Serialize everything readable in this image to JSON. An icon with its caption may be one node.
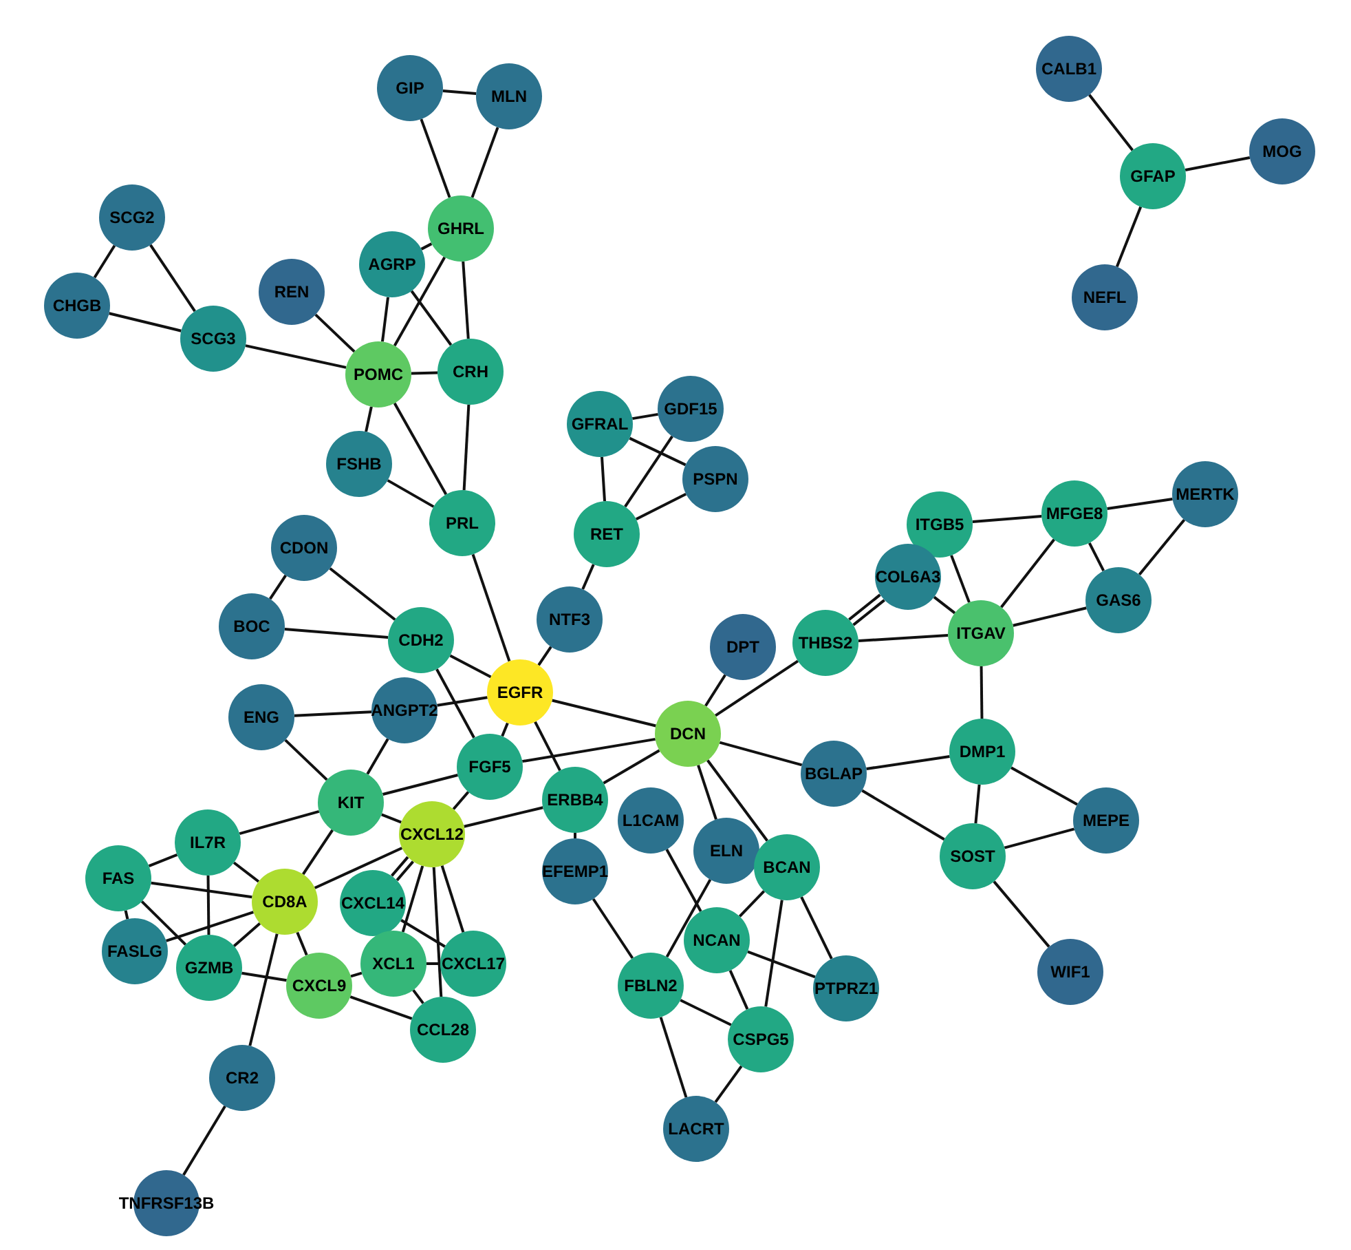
{
  "diagram": {
    "nodes": [
      {
        "text": [
          "GIP"
        ]
      },
      {
        "text": [
          "MLN"
        ]
      },
      {
        "text": [
          "CALB1"
        ]
      },
      {
        "text": [
          "SCG2"
        ]
      },
      {
        "text": [
          "GHRL"
        ]
      },
      {
        "text": [
          "GFAP"
        ]
      },
      {
        "text": [
          "MOG"
        ]
      },
      {
        "text": [
          "CHGB"
        ]
      },
      {
        "text": [
          "AGRP"
        ]
      },
      {
        "text": [
          "REN"
        ]
      },
      {
        "text": [
          "SCG3"
        ]
      },
      {
        "text": [
          "POMC"
        ]
      },
      {
        "text": [
          "CRH"
        ]
      },
      {
        "text": [
          "NEFL"
        ]
      },
      {
        "text": [
          "FSHB"
        ]
      },
      {
        "text": [
          "GFRAL"
        ]
      },
      {
        "text": [
          "GDF15"
        ]
      },
      {
        "text": [
          "PSPN"
        ]
      },
      {
        "text": [
          "MERTK"
        ]
      },
      {
        "text": [
          "PRL"
        ]
      },
      {
        "text": [
          "MFGE8"
        ]
      },
      {
        "text": [
          "ITGB5"
        ]
      },
      {
        "text": [
          "RET"
        ]
      },
      {
        "text": [
          "CDON"
        ]
      },
      {
        "text": [
          "COL6A3"
        ]
      },
      {
        "text": [
          "GAS6"
        ]
      },
      {
        "text": [
          "BOC"
        ]
      },
      {
        "text": [
          "CDH2"
        ]
      },
      {
        "text": [
          "NTF3"
        ]
      },
      {
        "text": [
          "DPT"
        ]
      },
      {
        "text": [
          "THBS2"
        ]
      },
      {
        "text": [
          "ITGAV"
        ]
      },
      {
        "text": [
          "EGFR"
        ]
      },
      {
        "text": [
          "ENG"
        ]
      },
      {
        "text": [
          "ANGPT2"
        ]
      },
      {
        "text": [
          "DCN"
        ]
      },
      {
        "text": [
          "FGF5"
        ]
      },
      {
        "text": [
          "ERBB4"
        ]
      },
      {
        "text": [
          "L1CAM"
        ]
      },
      {
        "text": [
          "BGLAP"
        ]
      },
      {
        "text": [
          "DMP1"
        ]
      },
      {
        "text": [
          "KIT"
        ]
      },
      {
        "text": [
          "CXCL12"
        ]
      },
      {
        "text": [
          "EFEMP1"
        ]
      },
      {
        "text": [
          "IL7R"
        ]
      },
      {
        "text": [
          "FAS"
        ]
      },
      {
        "text": [
          "ELN"
        ]
      },
      {
        "text": [
          "BCAN"
        ]
      },
      {
        "text": [
          "MEPE"
        ]
      },
      {
        "text": [
          "SOST"
        ]
      },
      {
        "text": [
          "CD8A"
        ]
      },
      {
        "text": [
          "CXCL14"
        ]
      },
      {
        "text": [
          "NCAN"
        ]
      },
      {
        "text": [
          "FASLG"
        ]
      },
      {
        "text": [
          "GZMB"
        ]
      },
      {
        "text": [
          "CXCL9"
        ]
      },
      {
        "text": [
          "XCL1"
        ]
      },
      {
        "text": [
          "CXCL17"
        ]
      },
      {
        "text": [
          "CCL28"
        ]
      },
      {
        "text": [
          "FBLN2"
        ]
      },
      {
        "text": [
          "PTPRZ1"
        ]
      },
      {
        "text": [
          "CSPG5"
        ]
      },
      {
        "text": [
          "WIF1"
        ]
      },
      {
        "text": [
          "CR2"
        ]
      },
      {
        "text": [
          "LACRT"
        ]
      },
      {
        "text": [
          "TNFRSF13B"
        ]
      }
    ],
    "edges": [
      {
        "from": 0,
        "to": 1,
        "arrow": "none"
      },
      {
        "from": 0,
        "to": 4,
        "arrow": "none"
      },
      {
        "from": 1,
        "to": 4,
        "arrow": "none"
      },
      {
        "from": 2,
        "to": 5,
        "arrow": "none"
      },
      {
        "from": 5,
        "to": 6,
        "arrow": "none"
      },
      {
        "from": 5,
        "to": 13,
        "arrow": "none"
      },
      {
        "from": 3,
        "to": 7,
        "arrow": "none"
      },
      {
        "from": 3,
        "to": 10,
        "arrow": "none"
      },
      {
        "from": 7,
        "to": 10,
        "arrow": "none"
      },
      {
        "from": 10,
        "to": 11,
        "arrow": "none"
      },
      {
        "from": 9,
        "to": 11,
        "arrow": "none"
      },
      {
        "from": 8,
        "to": 4,
        "arrow": "none"
      },
      {
        "from": 8,
        "to": 11,
        "arrow": "none"
      },
      {
        "from": 8,
        "to": 12,
        "arrow": "none"
      },
      {
        "from": 4,
        "to": 11,
        "arrow": "none"
      },
      {
        "from": 4,
        "to": 12,
        "arrow": "none"
      },
      {
        "from": 11,
        "to": 12,
        "arrow": "none"
      },
      {
        "from": 11,
        "to": 14,
        "arrow": "none"
      },
      {
        "from": 11,
        "to": 19,
        "arrow": "none"
      },
      {
        "from": 12,
        "to": 19,
        "arrow": "none"
      },
      {
        "from": 14,
        "to": 19,
        "arrow": "none"
      },
      {
        "from": 19,
        "to": 32,
        "arrow": "none"
      },
      {
        "from": 15,
        "to": 16,
        "arrow": "none"
      },
      {
        "from": 15,
        "to": 17,
        "arrow": "none"
      },
      {
        "from": 15,
        "to": 22,
        "arrow": "none"
      },
      {
        "from": 16,
        "to": 22,
        "arrow": "none"
      },
      {
        "from": 17,
        "to": 22,
        "arrow": "none"
      },
      {
        "from": 22,
        "to": 28,
        "arrow": "none"
      },
      {
        "from": 28,
        "to": 32,
        "arrow": "none"
      },
      {
        "from": 18,
        "to": 20,
        "arrow": "none"
      },
      {
        "from": 18,
        "to": 25,
        "arrow": "none"
      },
      {
        "from": 20,
        "to": 21,
        "arrow": "none"
      },
      {
        "from": 20,
        "to": 25,
        "arrow": "none"
      },
      {
        "from": 20,
        "to": 31,
        "arrow": "none"
      },
      {
        "from": 21,
        "to": 31,
        "arrow": "none"
      },
      {
        "from": 30,
        "to": 24,
        "arrow": "none"
      },
      {
        "from": 30,
        "to": 24,
        "arrow": "none"
      },
      {
        "from": 24,
        "to": 31,
        "arrow": "none"
      },
      {
        "from": 30,
        "to": 31,
        "arrow": "none"
      },
      {
        "from": 25,
        "to": 31,
        "arrow": "none"
      },
      {
        "from": 31,
        "to": 40,
        "arrow": "none"
      },
      {
        "from": 30,
        "to": 35,
        "arrow": "none"
      },
      {
        "from": 29,
        "to": 35,
        "arrow": "none"
      },
      {
        "from": 32,
        "to": 35,
        "arrow": "none"
      },
      {
        "from": 36,
        "to": 35,
        "arrow": "none"
      },
      {
        "from": 37,
        "to": 35,
        "arrow": "none"
      },
      {
        "from": 35,
        "to": 39,
        "arrow": "none"
      },
      {
        "from": 35,
        "to": 46,
        "arrow": "none"
      },
      {
        "from": 35,
        "to": 47,
        "arrow": "none"
      },
      {
        "from": 39,
        "to": 40,
        "arrow": "none"
      },
      {
        "from": 39,
        "to": 49,
        "arrow": "none"
      },
      {
        "from": 40,
        "to": 49,
        "arrow": "none"
      },
      {
        "from": 40,
        "to": 48,
        "arrow": "none"
      },
      {
        "from": 49,
        "to": 48,
        "arrow": "none"
      },
      {
        "from": 49,
        "to": 62,
        "arrow": "none"
      },
      {
        "from": 23,
        "to": 26,
        "arrow": "none"
      },
      {
        "from": 23,
        "to": 27,
        "arrow": "none"
      },
      {
        "from": 26,
        "to": 27,
        "arrow": "none"
      },
      {
        "from": 27,
        "to": 32,
        "arrow": "none"
      },
      {
        "from": 27,
        "to": 36,
        "arrow": "none"
      },
      {
        "from": 33,
        "to": 34,
        "arrow": "none"
      },
      {
        "from": 34,
        "to": 32,
        "arrow": "none"
      },
      {
        "from": 33,
        "to": 41,
        "arrow": "none"
      },
      {
        "from": 34,
        "to": 41,
        "arrow": "none"
      },
      {
        "from": 41,
        "to": 36,
        "arrow": "none"
      },
      {
        "from": 41,
        "to": 44,
        "arrow": "none"
      },
      {
        "from": 41,
        "to": 50,
        "arrow": "none"
      },
      {
        "from": 41,
        "to": 42,
        "arrow": "none"
      },
      {
        "from": 36,
        "to": 42,
        "arrow": "none"
      },
      {
        "from": 37,
        "to": 42,
        "arrow": "none"
      },
      {
        "from": 32,
        "to": 37,
        "arrow": "none"
      },
      {
        "from": 32,
        "to": 36,
        "arrow": "none"
      },
      {
        "from": 37,
        "to": 43,
        "arrow": "none"
      },
      {
        "from": 43,
        "to": 59,
        "arrow": "none"
      },
      {
        "from": 38,
        "to": 52,
        "arrow": "none"
      },
      {
        "from": 46,
        "to": 59,
        "arrow": "none"
      },
      {
        "from": 47,
        "to": 52,
        "arrow": "none"
      },
      {
        "from": 47,
        "to": 61,
        "arrow": "none"
      },
      {
        "from": 47,
        "to": 60,
        "arrow": "none"
      },
      {
        "from": 52,
        "to": 60,
        "arrow": "none"
      },
      {
        "from": 52,
        "to": 61,
        "arrow": "none"
      },
      {
        "from": 59,
        "to": 61,
        "arrow": "none"
      },
      {
        "from": 59,
        "to": 64,
        "arrow": "none"
      },
      {
        "from": 61,
        "to": 64,
        "arrow": "none"
      },
      {
        "from": 44,
        "to": 45,
        "arrow": "none"
      },
      {
        "from": 44,
        "to": 54,
        "arrow": "none"
      },
      {
        "from": 44,
        "to": 50,
        "arrow": "none"
      },
      {
        "from": 45,
        "to": 50,
        "arrow": "none"
      },
      {
        "from": 45,
        "to": 53,
        "arrow": "none"
      },
      {
        "from": 45,
        "to": 54,
        "arrow": "none"
      },
      {
        "from": 53,
        "to": 50,
        "arrow": "none"
      },
      {
        "from": 54,
        "to": 50,
        "arrow": "none"
      },
      {
        "from": 54,
        "to": 55,
        "arrow": "none"
      },
      {
        "from": 50,
        "to": 55,
        "arrow": "none"
      },
      {
        "from": 50,
        "to": 42,
        "arrow": "none"
      },
      {
        "from": 50,
        "to": 63,
        "arrow": "none"
      },
      {
        "from": 63,
        "to": 65,
        "arrow": "none"
      },
      {
        "from": 42,
        "to": 51,
        "arrow": "none"
      },
      {
        "from": 42,
        "to": 51,
        "arrow": "none"
      },
      {
        "from": 42,
        "to": 56,
        "arrow": "none"
      },
      {
        "from": 42,
        "to": 57,
        "arrow": "none"
      },
      {
        "from": 42,
        "to": 58,
        "arrow": "none"
      },
      {
        "from": 51,
        "to": 57,
        "arrow": "none"
      },
      {
        "from": 56,
        "to": 57,
        "arrow": "none"
      },
      {
        "from": 56,
        "to": 58,
        "arrow": "none"
      },
      {
        "from": 55,
        "to": 58,
        "arrow": "none"
      },
      {
        "from": 55,
        "to": 56,
        "arrow": "none"
      }
    ]
  }
}
